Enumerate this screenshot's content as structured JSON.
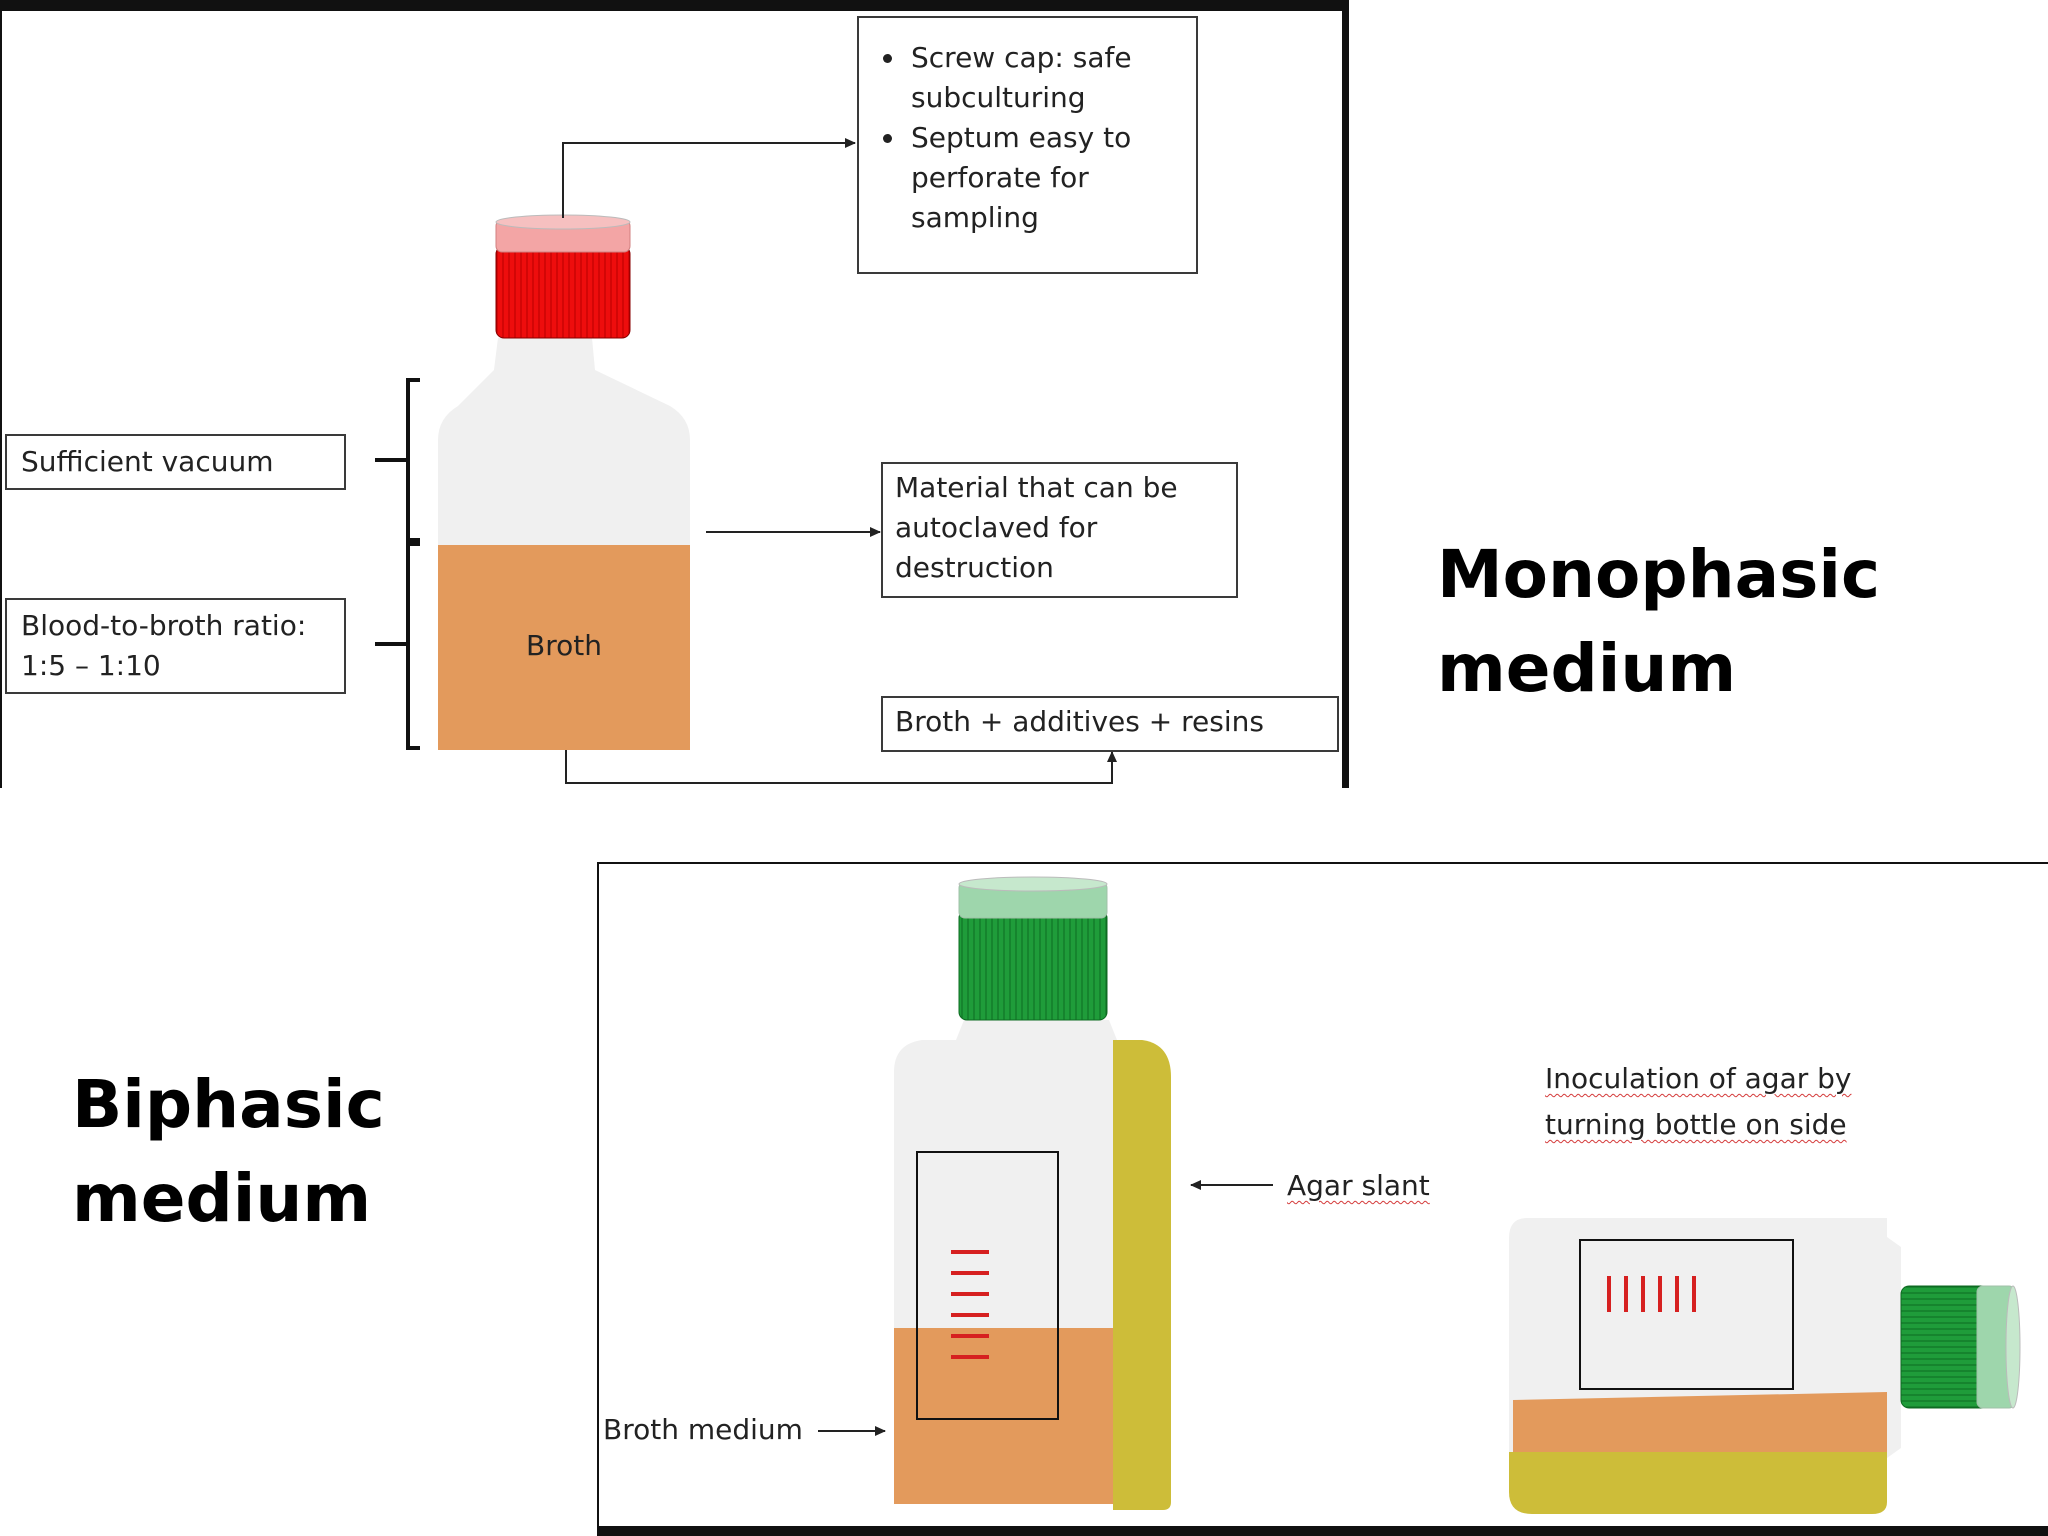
{
  "monophasic": {
    "heading_line1": "Monophasic",
    "heading_line2": "medium",
    "cap_notes": [
      "Screw cap: safe subculturing",
      "Septum easy to perforate  for sampling"
    ],
    "vacuum_label": "Sufficient vacuum",
    "ratio_label_line1": "Blood-to-broth ratio:",
    "ratio_label_line2": "1:5 – 1:10",
    "broth_label": "Broth",
    "material_label": "Material that can be autoclaved for destruction",
    "broth_additives_label": "Broth + additives + resins"
  },
  "biphasic": {
    "heading_line1": "Biphasic",
    "heading_line2": "medium",
    "agar_slant_label": "Agar slant",
    "broth_medium_label": "Broth medium",
    "inoculation_label_line1": "Inoculation of agar by",
    "inoculation_label_line2": "turning bottle on side"
  },
  "colors": {
    "cap_red": "#ee0d0d",
    "cap_green": "#1f9c3a",
    "broth_orange": "#e39a5c",
    "agar_yellow": "#cdbd39",
    "bottle_glass": "#f0f0f0",
    "streak_red": "#d62020"
  }
}
